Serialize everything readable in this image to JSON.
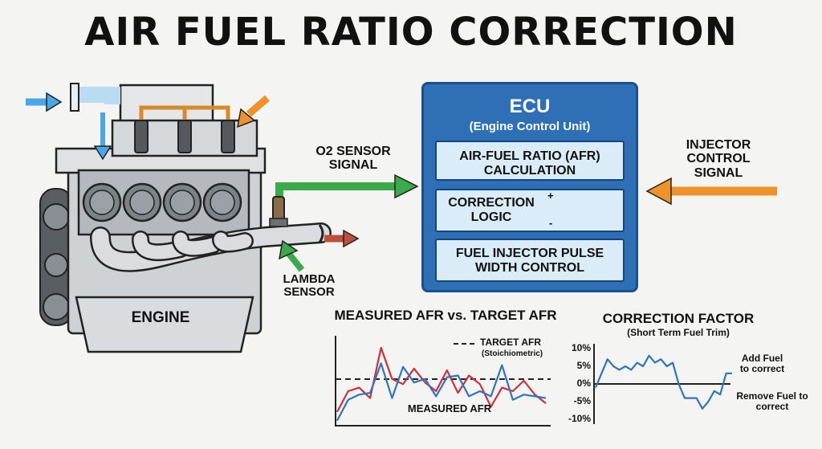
{
  "title": "AIR FUEL RATIO CORRECTION",
  "engine": {
    "label": "ENGINE"
  },
  "signals": {
    "o2_sensor": "O2 SENSOR SIGNAL",
    "injector_control": "INJECTOR CONTROL SIGNAL",
    "lambda_sensor": "LAMBDA SENSOR"
  },
  "ecu": {
    "title": "ECU",
    "subtitle": "(Engine Control Unit)",
    "blocks": [
      "AIR-FUEL RATIO (AFR) CALCULATION",
      "CORRECTION LOGIC",
      "FUEL INJECTOR PULSE WIDTH CONTROL"
    ],
    "logic_plus": "+",
    "logic_minus": "-"
  },
  "colors": {
    "ecu_blue": "#2f6fb6",
    "signal_green": "#3aaa4a",
    "signal_orange": "#f0922b",
    "intake_blue": "#4aa6e6",
    "exhaust_red": "#c0503d",
    "measured_red": "#d0303a",
    "measured_blue": "#2f74c2"
  },
  "chart_data": [
    {
      "type": "line",
      "title": "MEASURED AFR vs. TARGET AFR",
      "target_label": "TARGET AFR",
      "target_note": "(Stoichiometric)",
      "measured_label": "MEASURED AFR",
      "target_value": 0,
      "ylim": [
        -4,
        6
      ],
      "series": [
        {
          "values": [
            -2.6,
            -0.2,
            0.2,
            -1.0,
            4.8,
            1.2,
            0.6,
            2.4,
            0.8,
            -0.2,
            2.2,
            -0.4,
            1.6,
            0.6,
            -2.0,
            0.2,
            -0.2,
            1.0,
            -0.6,
            -1.6
          ]
        },
        {
          "values": [
            -3.6,
            -1.2,
            -0.6,
            -0.4,
            3.0,
            -1.0,
            2.6,
            0.8,
            1.2,
            -0.8,
            1.4,
            1.6,
            -0.8,
            -0.2,
            -0.8,
            2.8,
            -1.2,
            -0.6,
            -0.8,
            -1.0
          ]
        }
      ]
    },
    {
      "type": "line",
      "title": "CORRECTION FACTOR",
      "subtitle": "(Short Term Fuel Trim)",
      "ytick_labels": [
        "10%",
        "5%",
        "0%",
        "-5%",
        "-10%"
      ],
      "ylim": [
        -10,
        10
      ],
      "add_label": "Add Fuel to correct",
      "remove_label": "Remove Fuel to correct",
      "series": [
        {
          "values": [
            -1,
            3,
            7,
            5,
            4,
            5,
            4,
            6,
            5,
            8,
            6,
            7,
            5,
            6,
            0,
            -4,
            -4,
            -4,
            -7,
            -5,
            -2,
            -3,
            3,
            3
          ]
        }
      ]
    }
  ]
}
